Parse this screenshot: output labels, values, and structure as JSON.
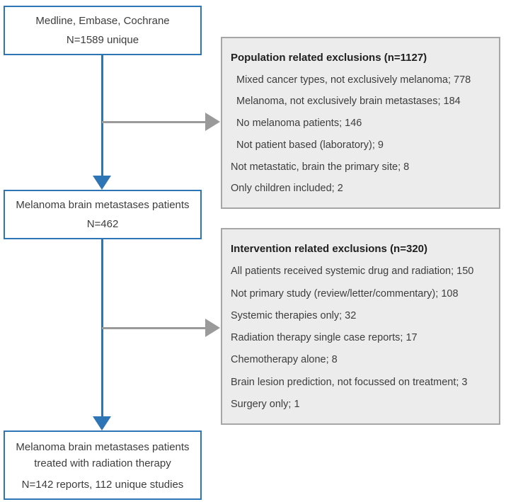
{
  "flow": {
    "sources": {
      "line1": "Medline, Embase, Cochrane",
      "line2": "N=1589 unique"
    },
    "screened": {
      "line1": "Melanoma brain metastases patients",
      "line2": "N=462"
    },
    "included": {
      "line1": "Melanoma brain metastases patients",
      "line2": "treated with radiation therapy",
      "line3": "N=142 reports, 112 unique studies"
    }
  },
  "exclusions_population": {
    "title": "Population related exclusions (n=1127)",
    "items": [
      "Mixed cancer types, not exclusively melanoma; 778",
      "Melanoma, not exclusively brain metastases; 184",
      "No melanoma patients; 146",
      "Not patient based (laboratory); 9",
      "Not metastatic, brain the primary site; 8",
      "Only children included; 2"
    ]
  },
  "exclusions_intervention": {
    "title": "Intervention related exclusions (n=320)",
    "items": [
      "All patients received systemic drug and radiation; 150",
      "Not primary study (review/letter/commentary); 108",
      "Systemic therapies only; 32",
      "Radiation therapy single case reports; 17",
      "Chemotherapy alone; 8",
      "Brain lesion prediction, not focussed on treatment; 3",
      "Surgery only; 1"
    ]
  },
  "colors": {
    "box_border_blue": "#2e75b6",
    "arrow_blue": "#2e75b6",
    "panel_fill_gray": "#ececec",
    "panel_border_gray": "#a6a6a6",
    "arrow_gray": "#9a9a9a",
    "text": "#3d3d3d"
  }
}
